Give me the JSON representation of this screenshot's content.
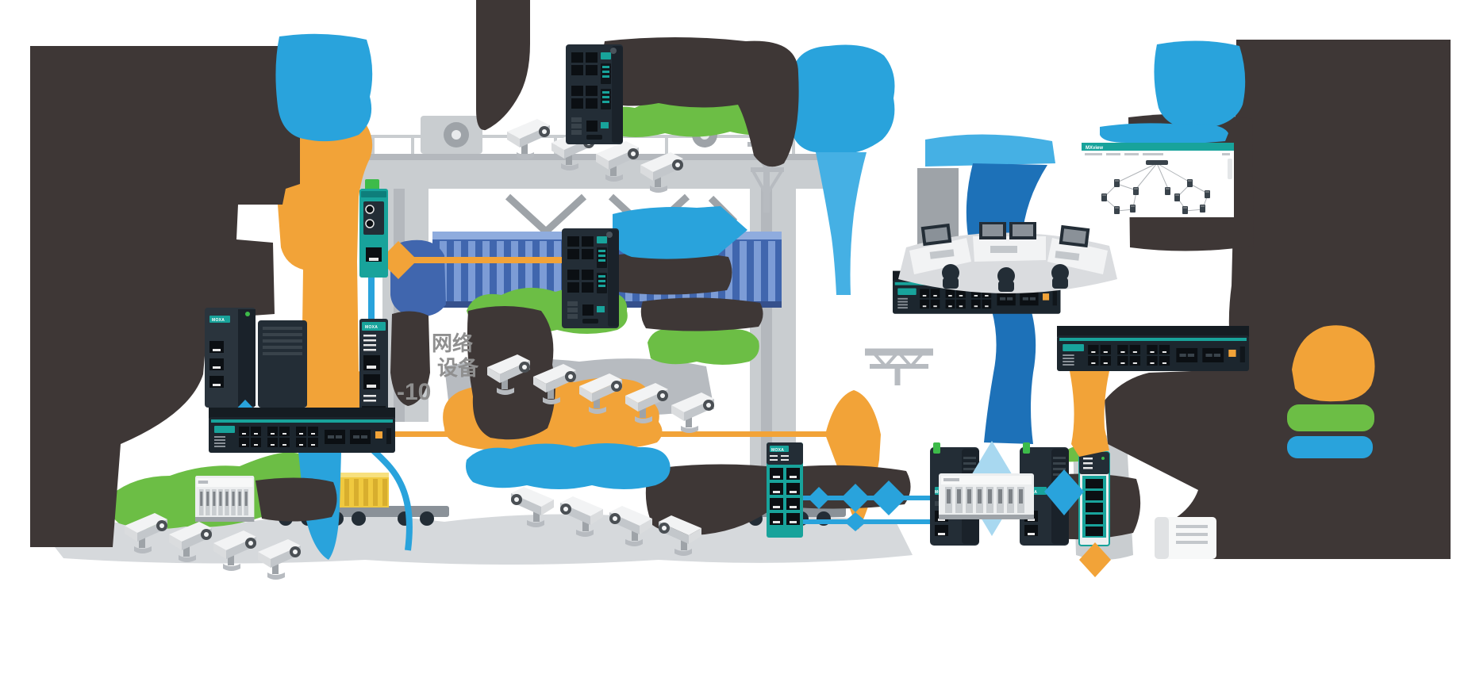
{
  "brand": "MOXA",
  "nms_screen": {
    "header": "MXview"
  },
  "labels": {
    "fiber_label_line1": "网络",
    "fiber_label_line2": "设备",
    "fiber_label_line3": "-10"
  },
  "palette": {
    "dark_blob": "#3e3736",
    "orange": "#f2a338",
    "green": "#6cbe45",
    "light_blue": "#29a3dc",
    "deep_blue": "#1d71b8",
    "pale_blue": "#a8d8f0",
    "teal": "#18a39b",
    "teal_dark": "#0e7e7b",
    "device_dark": "#232d36",
    "container_blue": "#4066ae",
    "container_rib": "#7c9cd6",
    "container_yellow": "#f0c93f",
    "gray_light": "#c9cdd0",
    "gray_mid": "#9ea3a8",
    "white": "#ffffff"
  },
  "components": [
    "din-rail-switch-top",
    "din-rail-switch-mid",
    "fiber-media-converter-upper",
    "fiber-media-converter-lower",
    "rackmount-switch-left",
    "rackmount-switch-control-room",
    "rackmount-switch-lower-right",
    "tower-computer-pair",
    "managed-tn-switch",
    "unmanaged-5port-switch",
    "wireless-ap-1",
    "wireless-ap-2",
    "cctv-camera-rows",
    "container-crane",
    "container-stack",
    "container-trucks",
    "plc-rack-left",
    "plc-rack-right",
    "control-room-consoles",
    "nms-monitor",
    "legend-orange",
    "legend-green",
    "legend-blue"
  ]
}
